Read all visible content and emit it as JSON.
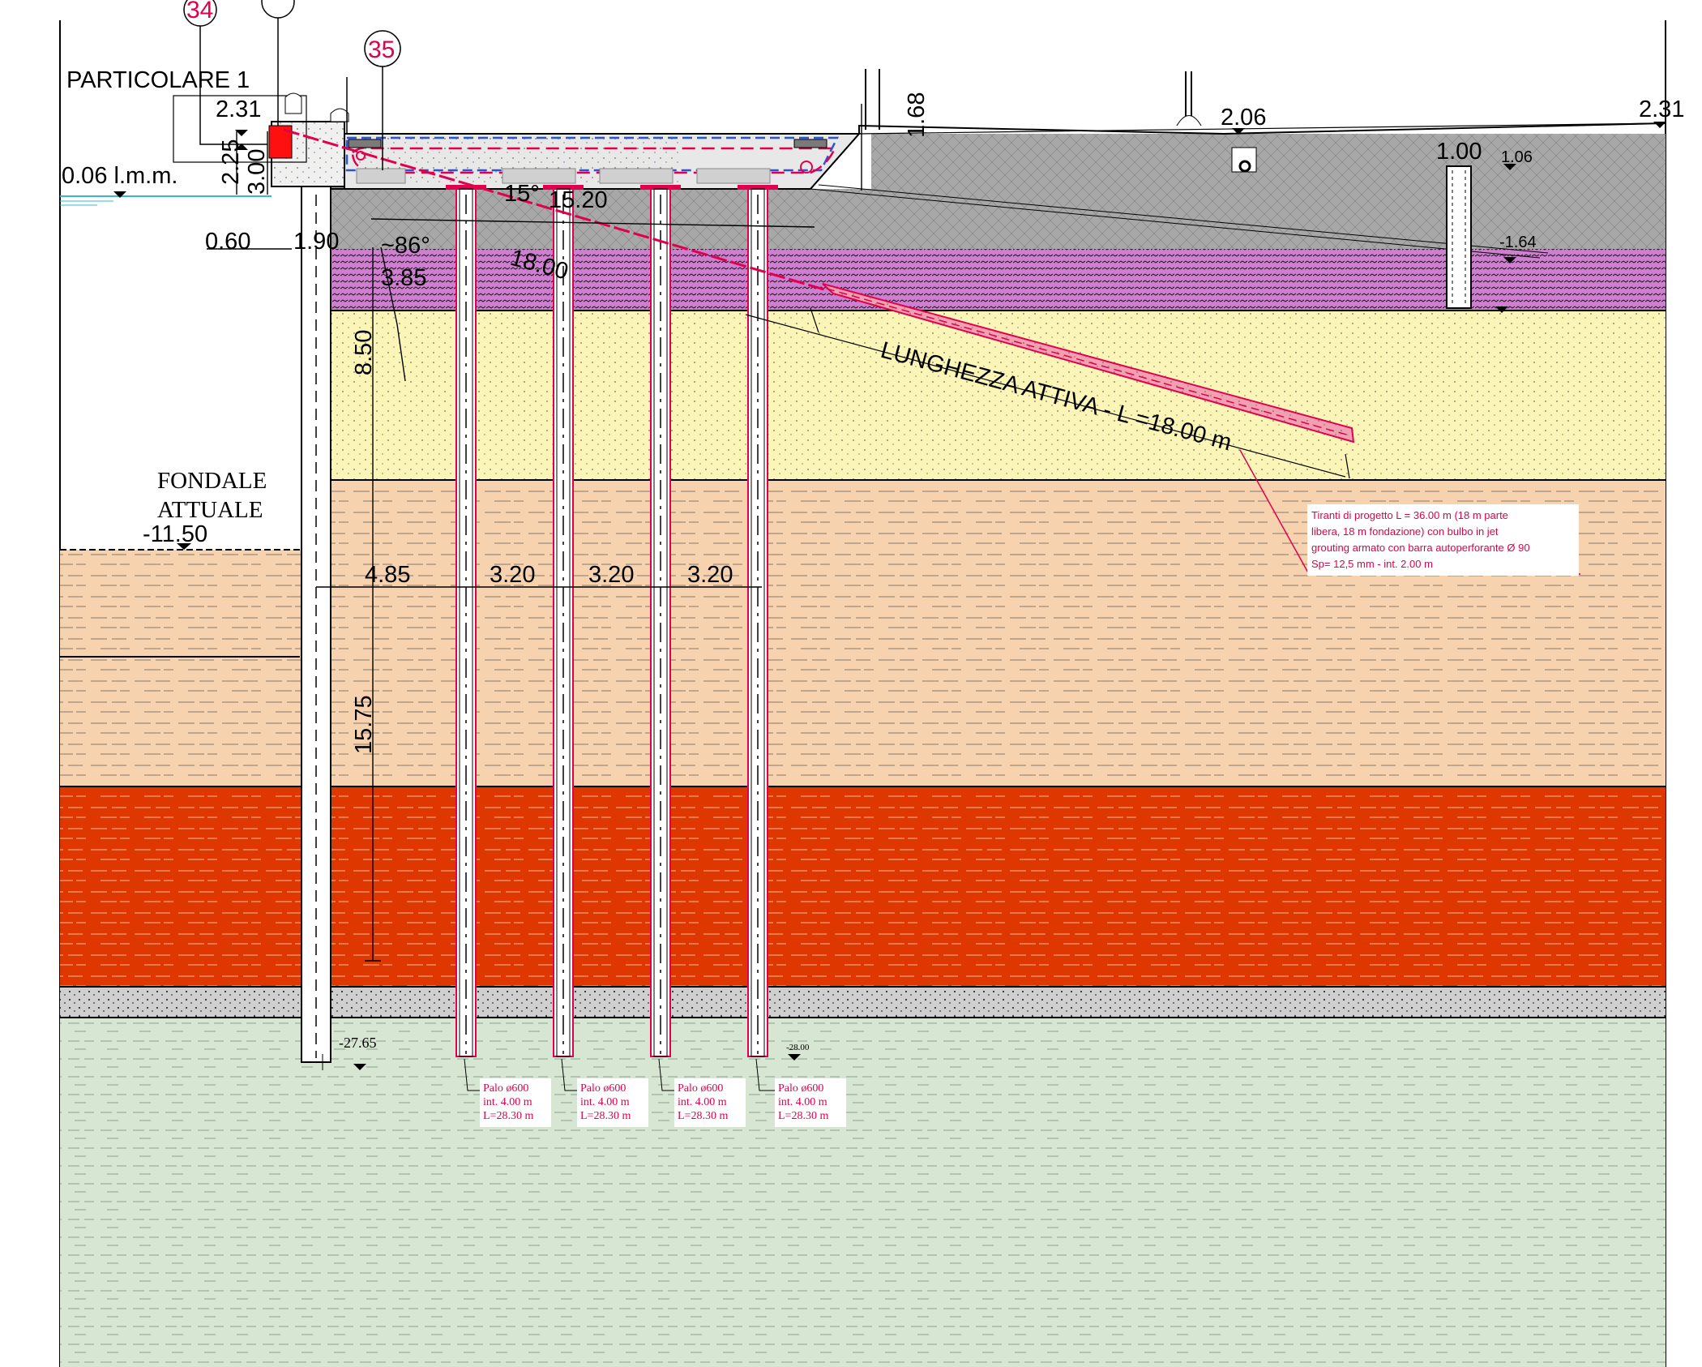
{
  "title": "PARTICOLARE 1",
  "callouts": [
    "34",
    "35"
  ],
  "water_level": "0.06 l.m.m.",
  "seabed": {
    "label_line1": "FONDALE",
    "label_line2": "ATTUALE",
    "elevation": "-11.50"
  },
  "dimensions": {
    "top_left": "2.31",
    "wall_a": "2.25",
    "wall_b": "3.00",
    "w_060": "0.60",
    "w_190": "1.90",
    "angle_15": "15°",
    "slab": "15.20",
    "angle_86": "~86°",
    "tie_free": "18.00",
    "d_385": "3.85",
    "d_850": "8.50",
    "d_1575": "15.75",
    "spacing_first": "4.85",
    "spacing": "3.20",
    "h_168": "1.68",
    "e_206": "2.06",
    "e_231": "2.31",
    "w_100": "1.00",
    "small_106": "1.06",
    "small_164": "-1.64",
    "toe_wall": "-27.65",
    "toe_piles": "-28.00"
  },
  "active_length": "LUNGHEZZA ATTIVA - L =18.00 m",
  "tie_note": [
    "Tiranti di progetto L = 36.00 m (18 m parte",
    "libera, 18 m fondazione) con bulbo in jet",
    "grouting armato con barra autoperforante Ø 90",
    "Sp= 12,5 mm - int. 2.00 m"
  ],
  "piles": [
    {
      "line1": "Palo ø600",
      "line2": "int. 4.00 m",
      "line3": "L=28.30 m"
    },
    {
      "line1": "Palo ø600",
      "line2": "int. 4.00 m",
      "line3": "L=28.30 m"
    },
    {
      "line1": "Palo ø600",
      "line2": "int. 4.00 m",
      "line3": "L=28.30 m"
    },
    {
      "line1": "Palo ø600",
      "line2": "int. 4.00 m",
      "line3": "L=28.30 m"
    }
  ],
  "colors": {
    "fill_gray": "#a8a8a8",
    "purple_layer": "#cf7fd0",
    "yellow_sand": "#fbf6b8",
    "peach_clay": "#f7d2ae",
    "red_layer": "#de3800",
    "gravel": "#cfcfcf",
    "green_clay": "#d7e6d2",
    "red_line": "#e0004d",
    "water": "#38b8d0"
  }
}
